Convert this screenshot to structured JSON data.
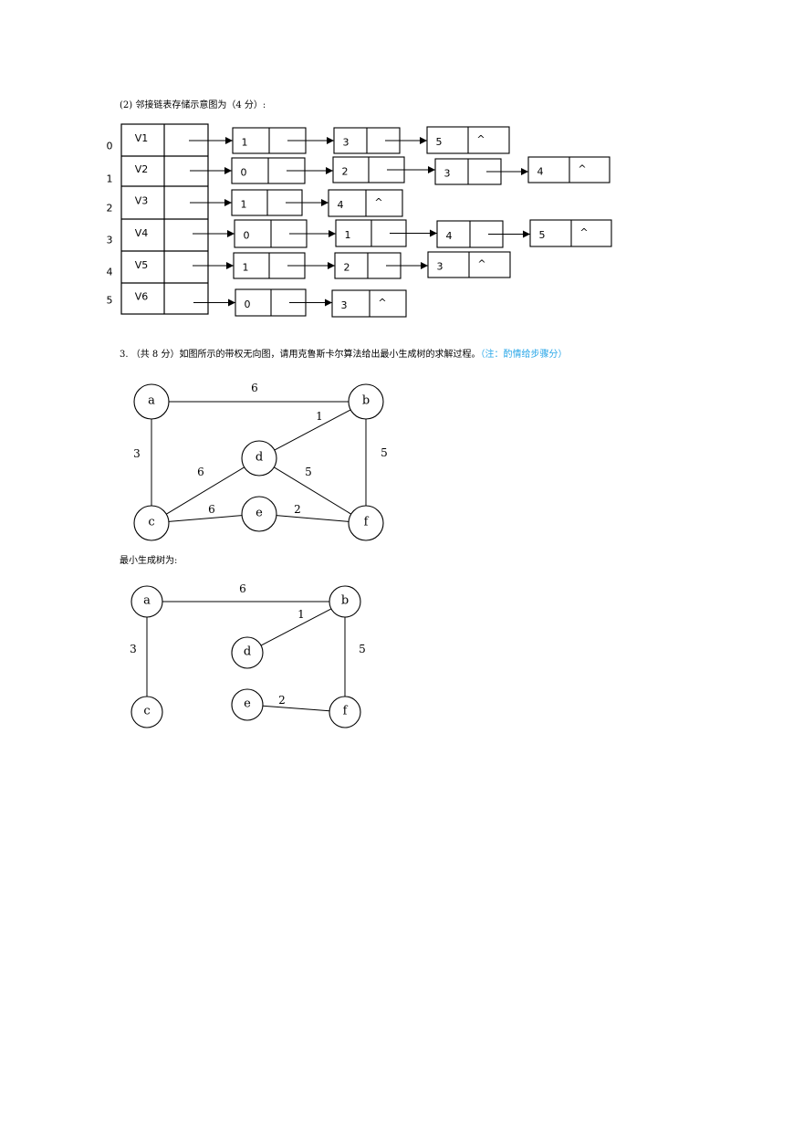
{
  "adjacency": {
    "heading": "(2)  邻接链表存储示意图为（4 分）:",
    "vertices": [
      {
        "index": "0",
        "name": "V1",
        "nodes": [
          "1",
          "3",
          "5"
        ]
      },
      {
        "index": "1",
        "name": "V2",
        "nodes": [
          "0",
          "2",
          "3",
          "4"
        ]
      },
      {
        "index": "2",
        "name": "V3",
        "nodes": [
          "1",
          "4"
        ]
      },
      {
        "index": "3",
        "name": "V4",
        "nodes": [
          "0",
          "1",
          "4",
          "5"
        ]
      },
      {
        "index": "4",
        "name": "V5",
        "nodes": [
          "1",
          "2",
          "3"
        ]
      },
      {
        "index": "5",
        "name": "V6",
        "nodes": [
          "0",
          "3"
        ]
      }
    ],
    "null_marker": "^"
  },
  "question3": {
    "number": "3.",
    "text": "（共 8 分）如图所示的带权无向图，请用克鲁斯卡尔算法给出最小生成树的求解过程。",
    "note": "（注：酌情给步骤分）",
    "note_color": "#2aa7e8"
  },
  "graph": {
    "nodes": [
      "a",
      "b",
      "c",
      "d",
      "e",
      "f"
    ],
    "edges": [
      {
        "from": "a",
        "to": "b",
        "weight": "6"
      },
      {
        "from": "d",
        "to": "b",
        "weight": "1"
      },
      {
        "from": "a",
        "to": "c",
        "weight": "3"
      },
      {
        "from": "b",
        "to": "f",
        "weight": "5"
      },
      {
        "from": "c",
        "to": "d",
        "weight": "6"
      },
      {
        "from": "d",
        "to": "f",
        "weight": "5"
      },
      {
        "from": "c",
        "to": "e",
        "weight": "6"
      },
      {
        "from": "e",
        "to": "f",
        "weight": "2"
      }
    ]
  },
  "mst": {
    "caption": "最小生成树为:",
    "nodes": [
      "a",
      "b",
      "c",
      "d",
      "e",
      "f"
    ],
    "edges": [
      {
        "from": "a",
        "to": "b",
        "weight": "6"
      },
      {
        "from": "d",
        "to": "b",
        "weight": "1"
      },
      {
        "from": "a",
        "to": "c",
        "weight": "3"
      },
      {
        "from": "b",
        "to": "f",
        "weight": "5"
      },
      {
        "from": "e",
        "to": "f",
        "weight": "2"
      }
    ]
  }
}
